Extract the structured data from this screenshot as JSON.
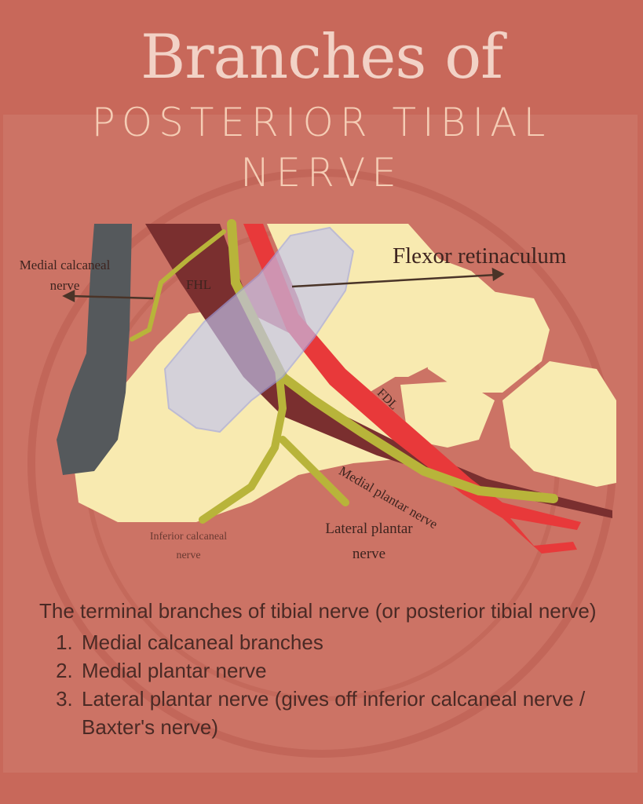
{
  "title": {
    "line1": "Branches of",
    "line2": "POSTERIOR TIBIAL",
    "line3": "NERVE"
  },
  "labels": {
    "medial_calcaneal": "Medial calcaneal nerve",
    "medial_calcaneal_l1": "Medial calcaneal",
    "medial_calcaneal_l2": "nerve",
    "fhl": "FHL",
    "flexor_retinaculum": "Flexor retinaculum",
    "fdl": "FDL",
    "medial_plantar": "Medial plantar nerve",
    "inferior_calcaneal_l1": "Inferior calcaneal",
    "inferior_calcaneal_l2": "nerve",
    "lateral_plantar_l1": "Lateral plantar",
    "lateral_plantar_l2": "nerve"
  },
  "description": {
    "intro": "The terminal branches of tibial nerve (or posterior tibial nerve)",
    "items": [
      "Medial calcaneal branches",
      "Medial plantar nerve",
      "Lateral plantar nerve (gives off inferior calcaneal nerve / Baxter's nerve)"
    ]
  },
  "colors": {
    "background": "#c8685a",
    "bone": "#f8eab0",
    "nerve": "#b8b43a",
    "artery": "#e8393a",
    "muscle": "#7a2f2f",
    "retinaculum": "#b8b8e8"
  }
}
